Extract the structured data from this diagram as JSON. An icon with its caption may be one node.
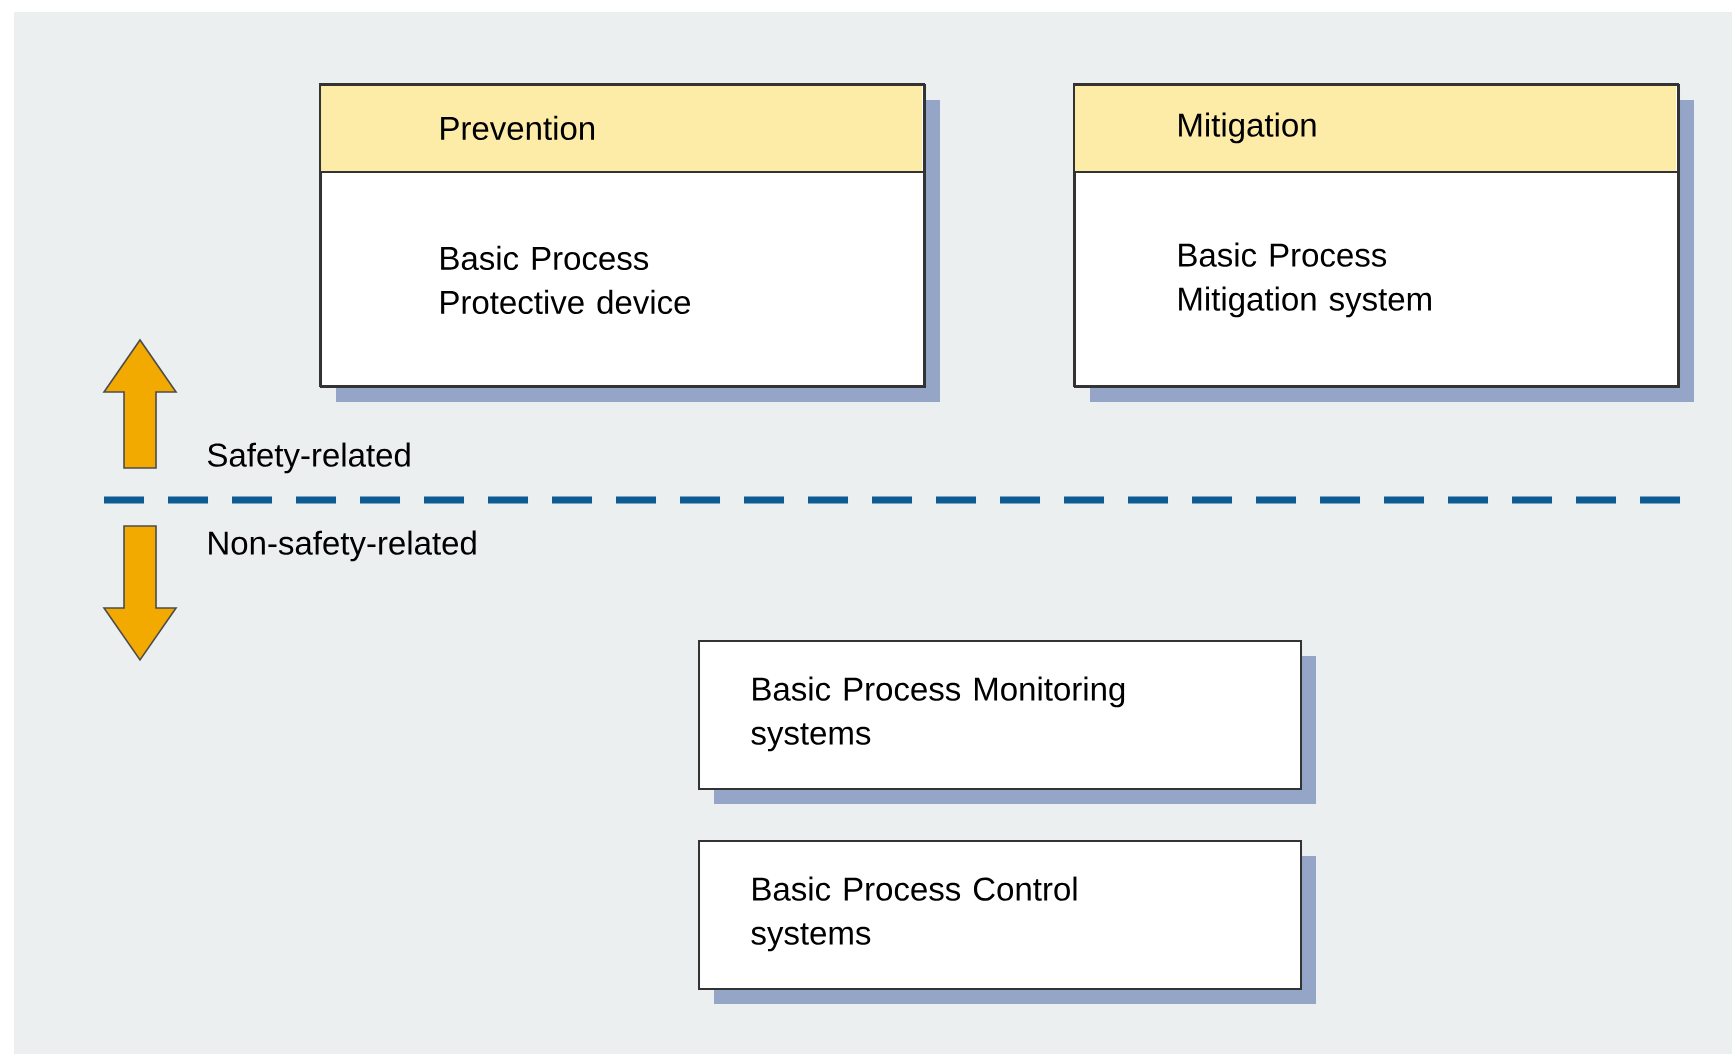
{
  "diagram": {
    "nodes": [
      {
        "text": [
          "Prevention",
          "Basic Process Protective device"
        ]
      },
      {
        "text": [
          "Mitigation",
          "Basic Process Mitigation system"
        ]
      },
      {
        "text": [
          "Basic Process Monitoring systems"
        ]
      },
      {
        "text": [
          "Basic Process Control systems"
        ]
      }
    ],
    "labels": [
      "Safety-related",
      "Non-safety-related"
    ]
  }
}
